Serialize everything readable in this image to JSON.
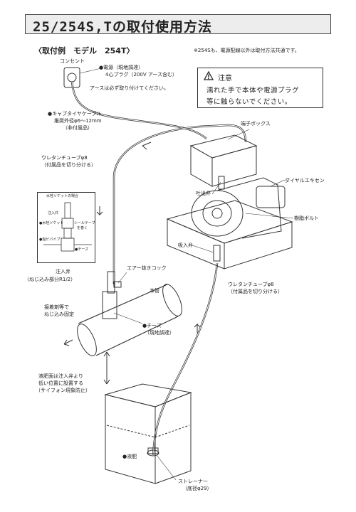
{
  "title": "25/254S,Tの取付使用方法",
  "subheading": "〈取付例　モデル　254T〉",
  "top_note": "※254Sも、電源配線以外は取付方法共通です。",
  "warning": {
    "title": "注意",
    "line1": "濡れた手で本体や電源プラグ",
    "line2": "等に触らないでください。"
  },
  "labels": {
    "outlet": "コンセント",
    "power_1": "●電源（現地調達）",
    "power_2": "4心プラグ（200V アース含む）",
    "earth": "アースは必ず取り付けてください。",
    "cable_1": "●キャブタイヤケーブル",
    "cable_2": "推奨外径φ6～12mm",
    "cable_3": "（非付属品）",
    "terminal_box": "端子ボックス",
    "urethane_top_1": "ウレタンチューブφ8",
    "urethane_top_2": "（付属品を切り分ける）",
    "dial": "ダイヤルエキセン",
    "discharge_valve": "吐出弁",
    "resin_bolt": "樹脂ボルト",
    "suction_valve": "吸入弁",
    "urethane_bottom_1": "ウレタンチューブφ8",
    "urethane_bottom_2": "（付属品を切り分ける）",
    "injection_valve_1": "注入弁",
    "injection_valve_2": "（ねじ込み部分R1/2）",
    "air_cock": "エアー抜きコック",
    "main_pipe": "本管",
    "sealant_1": "接着剤等で",
    "sealant_2": "ねじ込み固定",
    "tee_1": "●チーズ",
    "tee_2": "（現地調達）",
    "tank_note_1": "液肥面は注入弁より",
    "tank_note_2": "低い位置に設置する",
    "tank_note_3": "（サイフォン現象防止）",
    "liquid": "●液肥",
    "strainer_1": "ストレーナー",
    "strainer_2": "（底径φ29）"
  },
  "inset": {
    "title": "水栓ソケットの場合",
    "injection_valve": "注入弁",
    "faucet_socket": "●水栓ソケット",
    "seal_tape_1": "シールテープ",
    "seal_tape_2": "を巻く",
    "salt_pipe": "●塩ビパイプ",
    "tee": "●チーズ"
  }
}
